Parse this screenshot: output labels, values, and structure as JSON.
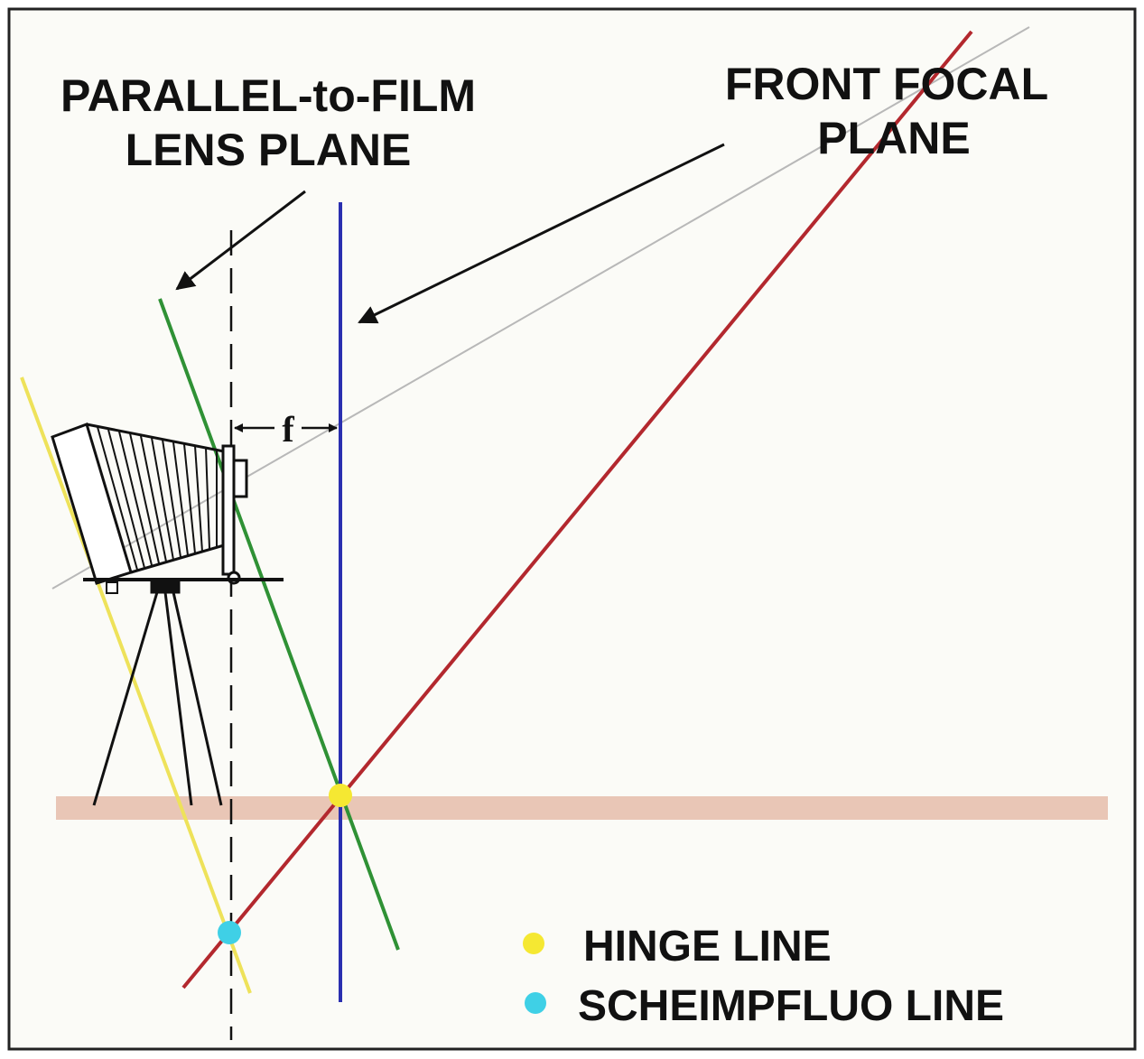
{
  "labels": {
    "lens_plane_line1": "PARALLEL-to-FILM",
    "lens_plane_line2": "LENS PLANE",
    "focal_plane_line1": "FRONT  FOCAL",
    "focal_plane_line2": "PLANE",
    "focal_length": "f"
  },
  "legend": {
    "items": [
      {
        "label": "HINGE  LINE",
        "color": "#f5e832"
      },
      {
        "label": "SCHEIMPFLUO  LINE",
        "color": "#3fd0e6"
      }
    ]
  },
  "colors": {
    "background": "#fbfbf7",
    "frame": "#222222",
    "ground": "#e9c6b6",
    "film_plane": "#eee25a",
    "lens_plane": "#2f9135",
    "focal_plane": "#2a2fb0",
    "plane_of_focus": "#b3282e",
    "optical_axis": "#b8b8b8",
    "arrow": "#111111",
    "camera": "#111111"
  }
}
